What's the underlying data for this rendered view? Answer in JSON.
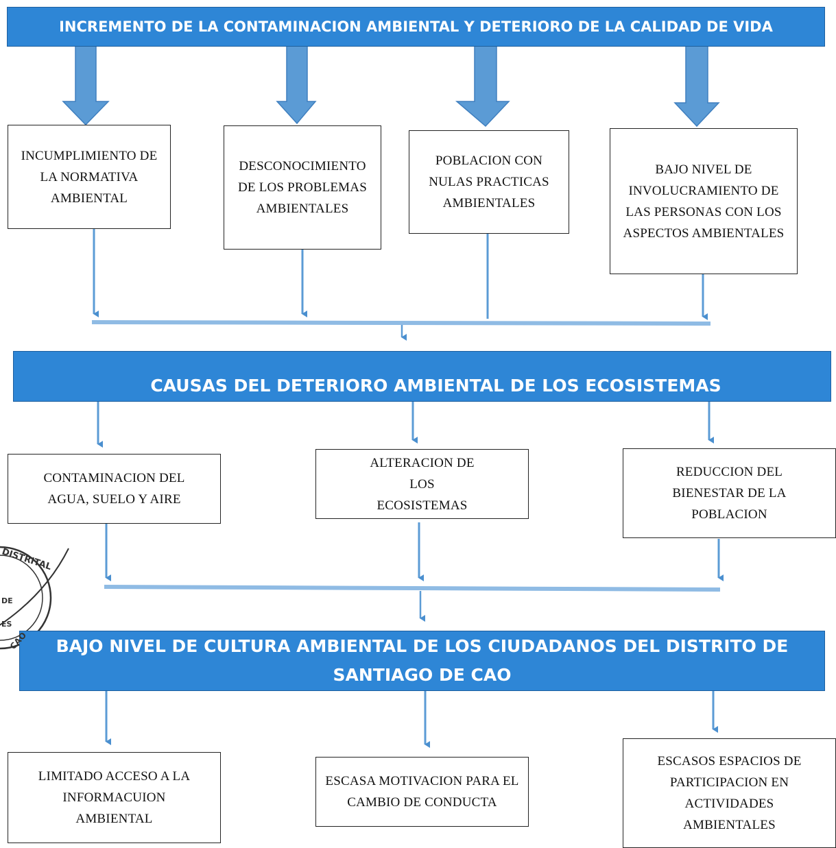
{
  "top_banner": "INCREMENTO DE LA CONTAMINACION AMBIENTAL Y DETERIORO DE LA CALIDAD DE VIDA",
  "effects": [
    "INCUMPLIMIENTO DE LA NORMATIVA AMBIENTAL",
    "DESCONOCIMIENTO DE LOS PROBLEMAS AMBIENTALES",
    "POBLACION CON NULAS PRACTICAS AMBIENTALES",
    "BAJO NIVEL DE INVOLUCRAMIENTO DE LAS PERSONAS CON LOS ASPECTOS AMBIENTALES"
  ],
  "middle_banner": "CAUSAS DEL DETERIORO AMBIENTAL DE LOS ECOSISTEMAS",
  "middle_items": [
    "CONTAMINACION DEL AGUA, SUELO Y AIRE",
    "ALTERACION DE LOS ECOSISTEMAS",
    "REDUCCION DEL BIENESTAR DE LA POBLACION"
  ],
  "central_problem": "BAJO NIVEL DE CULTURA AMBIENTAL DE LOS CIUDADANOS DEL DISTRITO DE SANTIAGO DE CAO",
  "causes": [
    "LIMITADO ACCESO A LA INFORMACUION AMBIENTAL",
    "ESCASA MOTIVACION PARA EL CAMBIO DE CONDUCTA",
    "ESCASOS ESPACIOS DE PARTICIPACION EN ACTIVIDADES AMBIENTALES"
  ],
  "seal": {
    "arc_text": "DISTRITAL",
    "inner_lines": [
      "DE",
      "ES",
      "CAO"
    ]
  },
  "colors": {
    "banner": "#2e86d6",
    "arrow": "#5b9bd5",
    "line": "#8fbbe4"
  }
}
